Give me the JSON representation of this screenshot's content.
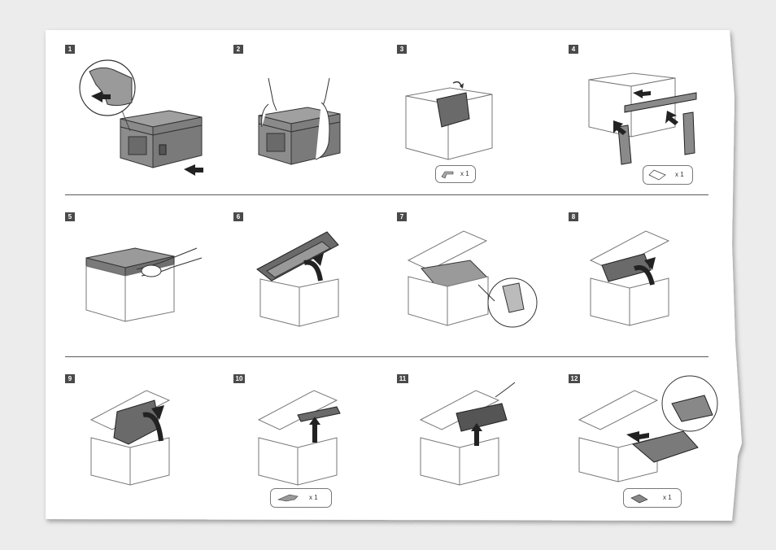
{
  "steps": [
    {
      "number": "1"
    },
    {
      "number": "2"
    },
    {
      "number": "3"
    },
    {
      "number": "4"
    },
    {
      "number": "5"
    },
    {
      "number": "6"
    },
    {
      "number": "7"
    },
    {
      "number": "8"
    },
    {
      "number": "9"
    },
    {
      "number": "10"
    },
    {
      "number": "11"
    },
    {
      "number": "12"
    }
  ],
  "quantities": {
    "step3": "x 1",
    "step4": "x 1",
    "step10": "x 1",
    "step12": "x 1"
  },
  "colors": {
    "page_background": "#ececec",
    "sheet": "#ffffff",
    "printer_dark": "#8a8a8a",
    "step_badge": "#4a4a4a"
  }
}
